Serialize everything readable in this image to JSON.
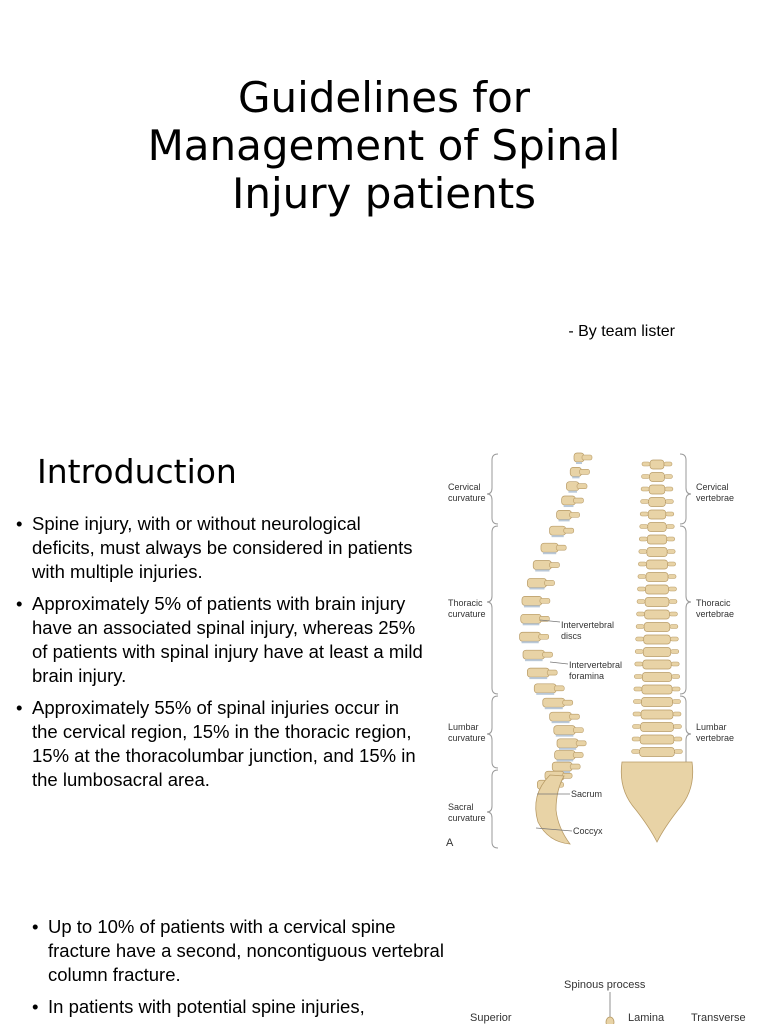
{
  "slide1": {
    "title_lines": [
      "Guidelines for",
      "Management of Spinal",
      "Injury patients"
    ],
    "byline": "- By team lister"
  },
  "slide2": {
    "heading": "Introduction",
    "bullets": [
      "Spine injury, with or without neurological deficits, must always be considered in patients with multiple injuries.",
      "Approximately 5% of patients with brain injury have an associated spinal injury, whereas 25% of patients with spinal injury have at least a mild brain injury.",
      " Approximately 55% of spinal injuries occur in the cervical region, 15% in the thoracic region, 15% at the thoracolumbar junction, and 15% in the lumbosacral area."
    ],
    "figure_labels": {
      "cervical_curvature": [
        "Cervical",
        "curvature"
      ],
      "thoracic_curvature": [
        "Thoracic",
        "curvature"
      ],
      "lumbar_curvature": [
        "Lumbar",
        "curvature"
      ],
      "sacral_curvature": [
        "Sacral",
        "curvature"
      ],
      "intervertebral_discs": [
        "Intervertebral",
        "discs"
      ],
      "intervertebral_foramina": [
        "Intervertebral",
        "foramina"
      ],
      "sacrum": "Sacrum",
      "coccyx": "Coccyx",
      "cervical_vertebrae": [
        "Cervical",
        "vertebrae"
      ],
      "thoracic_vertebrae": [
        "Thoracic",
        "vertebrae"
      ],
      "lumbar_vertebrae": [
        "Lumbar",
        "vertebrae"
      ],
      "panel": "A"
    },
    "bone_color": "#e8d3a6",
    "disc_color": "#b9c8d8"
  },
  "slide3": {
    "bullets": [
      " Up to 10% of patients with a cervical spine fracture have a second, noncontiguous vertebral column fracture.",
      "In patients with potential spine injuries,"
    ],
    "figure_labels": {
      "spinous_process": "Spinous process",
      "superior": "Superior",
      "lamina": "Lamina",
      "transverse": "Transverse"
    }
  }
}
